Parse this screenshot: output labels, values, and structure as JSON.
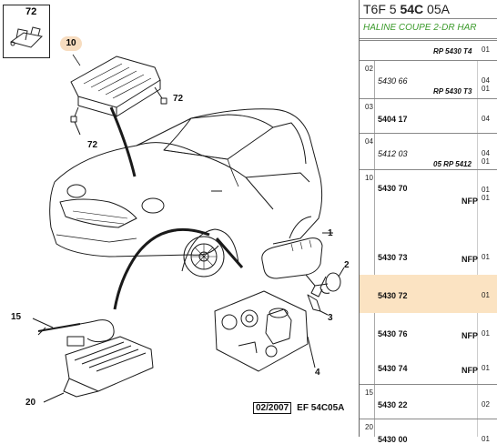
{
  "diagram": {
    "thumb_number": "72",
    "badge_label": "10",
    "callouts": {
      "c72a": "72",
      "c72b": "72",
      "c1": "1",
      "c2": "2",
      "c3": "3",
      "c4": "4",
      "c15": "15",
      "c20": "20"
    },
    "footer": {
      "date": "02/2007",
      "code": "EF 54C05A"
    }
  },
  "catalog": {
    "header_prefix": "T6F 5 ",
    "header_bold": "54C",
    "header_suffix": " 05A",
    "subtitle": "HALINE COUPE 2-DR HAR",
    "rows": [
      {
        "section": "",
        "part": "",
        "ref": "RP 5430 T4",
        "nfp": "",
        "qty": "01"
      },
      {
        "section": "02",
        "part": "5430 66",
        "ref": "RP 5430 T3",
        "nfp": "",
        "qty": "04 01",
        "italic": true
      },
      {
        "section": "03",
        "part": "5404 17",
        "ref": "",
        "nfp": "",
        "qty": "04"
      },
      {
        "section": "04",
        "part": "5412 03",
        "ref": "05 RP 5412",
        "nfp": "",
        "qty": "04 01",
        "italic": true
      },
      {
        "section": "10",
        "part": "5430 70",
        "ref": "",
        "nfp": "NFP",
        "qty": "01 01"
      },
      {
        "section": "",
        "part": "5430 73",
        "ref": "",
        "nfp": "NFP",
        "qty": "01"
      },
      {
        "section": "",
        "part": "5430 72",
        "ref": "",
        "nfp": "",
        "qty": "01"
      },
      {
        "section": "",
        "part": "5430 76",
        "ref": "",
        "nfp": "NFP",
        "qty": "01"
      },
      {
        "section": "",
        "part": "5430 74",
        "ref": "",
        "nfp": "NFP",
        "qty": "01"
      },
      {
        "section": "15",
        "part": "5430 22",
        "ref": "",
        "nfp": "",
        "qty": "02"
      },
      {
        "section": "20",
        "part": "5430 00",
        "ref": "",
        "nfp": "",
        "qty": "01"
      }
    ]
  }
}
